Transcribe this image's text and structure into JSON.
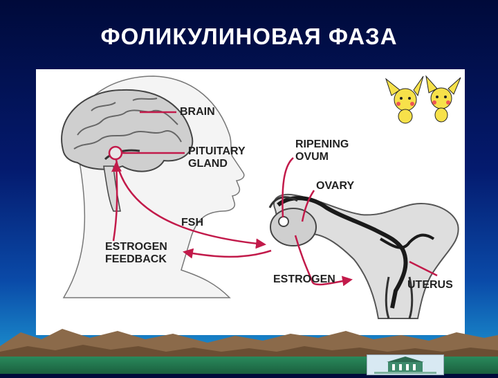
{
  "slide": {
    "title": "ФОЛИКУЛИНОВАЯ ФАЗА"
  },
  "diagram": {
    "labels": {
      "brain": "BRAIN",
      "pituitary_line1": "PITUITARY",
      "pituitary_line2": "GLAND",
      "fsh": "FSH",
      "estrogen_feedback_line1": "ESTROGEN",
      "estrogen_feedback_line2": "FEEDBACK",
      "ripening_line1": "RIPENING",
      "ripening_line2": "OVUM",
      "ovary": "OVARY",
      "estrogen": "ESTROGEN",
      "uterus": "UTERUS"
    },
    "colors": {
      "arrow": "#c21a4a",
      "outline": "#555555",
      "tissue": "#d9d9d9",
      "shadow": "#1a1a1a"
    }
  },
  "decorations": {
    "mascot_icon": "pichu-pair-icon",
    "building_icon": "building-icon"
  }
}
